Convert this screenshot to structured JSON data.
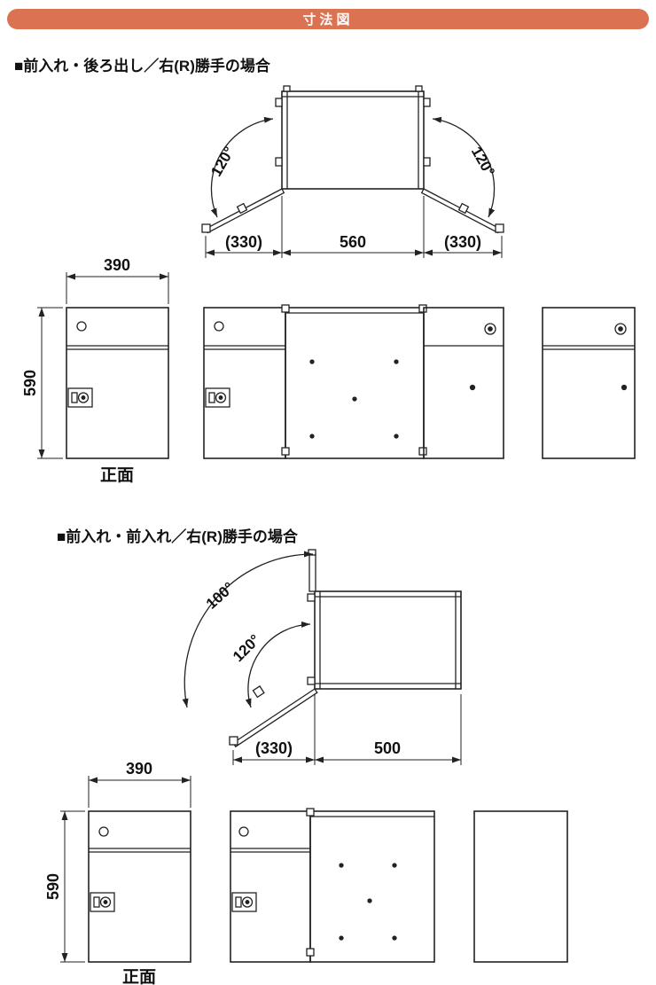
{
  "header": {
    "title": "寸法図",
    "bar_color": "#DB7352",
    "text_color": "#ffffff"
  },
  "sections": [
    {
      "title": "■前入れ・後ろ出し／右(R)勝手の場合",
      "plan": {
        "angle_left": "120°",
        "angle_right": "120°",
        "dim_door_left": "(330)",
        "dim_body": "560",
        "dim_door_right": "(330)"
      },
      "front": {
        "width": "390",
        "height": "590",
        "caption": "正面"
      }
    },
    {
      "title": "■前入れ・前入れ／右(R)勝手の場合",
      "plan": {
        "angle_outer": "100°",
        "angle_inner": "120°",
        "dim_door": "(330)",
        "dim_body": "500"
      },
      "front": {
        "width": "390",
        "height": "590",
        "caption": "正面"
      }
    }
  ]
}
